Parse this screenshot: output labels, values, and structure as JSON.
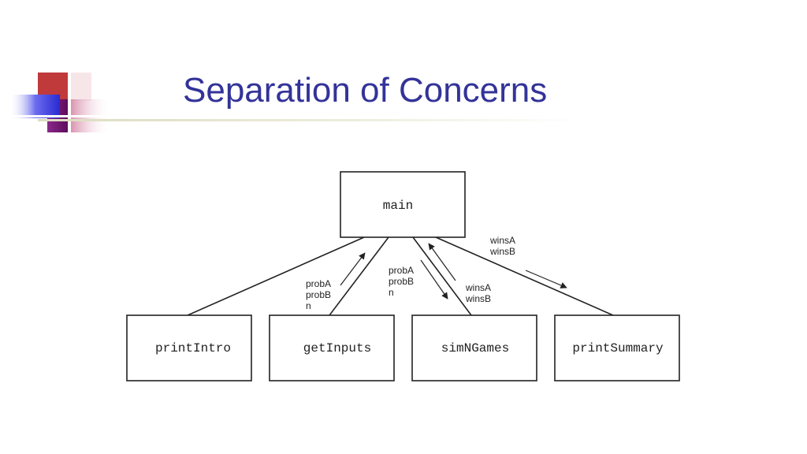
{
  "slide": {
    "title": "Separation of Concerns"
  },
  "diagram": {
    "nodes": {
      "main": "main",
      "print_intro": "printIntro",
      "get_inputs": "getInputs",
      "sim_n_games": "simNGames",
      "print_summary": "printSummary"
    },
    "edge_labels": {
      "get_inputs_returns": [
        "probA",
        "probB",
        "n"
      ],
      "sim_n_games_params": [
        "probA",
        "probB",
        "n"
      ],
      "sim_n_games_returns": [
        "winsA",
        "winsB"
      ],
      "print_summary_params": [
        "winsA",
        "winsB"
      ]
    }
  },
  "colors": {
    "title": "#33339a",
    "logo_red": "#c0393b",
    "logo_purple": "#7a1a7a",
    "logo_blue": "#3a3ad0"
  }
}
